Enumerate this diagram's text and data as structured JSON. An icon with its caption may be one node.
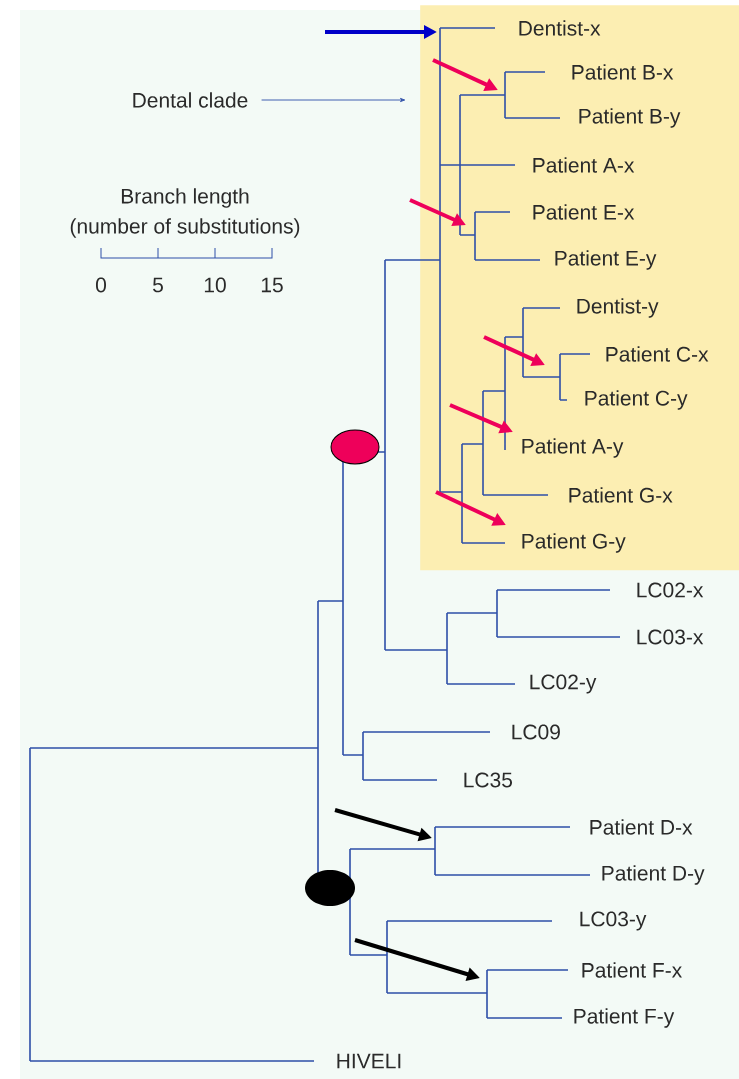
{
  "diagram": {
    "nodes": [
      {
        "text": [
          "Dental clade"
        ]
      },
      {
        "text": [],
        "shape": "box"
      }
    ],
    "edges": [
      {
        "from": 0,
        "to": 1,
        "arrow": "to"
      }
    ],
    "labels": [
      "Branch length",
      "(number of substitutions)",
      "0",
      "5",
      "10",
      "15",
      "Dentist-x",
      "Patient B-x",
      "Patient B-y",
      "Patient A-x",
      "Patient E-x",
      "Patient E-y",
      "Dentist-y",
      "Patient C-x",
      "Patient C-y",
      "Patient A-y",
      "Patient G-x",
      "Patient G-y",
      "LC02-x",
      "LC03-x",
      "LC02-y",
      "LC09",
      "LC35",
      "Patient D-x",
      "Patient D-y",
      "LC03-y",
      "Patient F-x",
      "Patient F-y",
      "HIVELI"
    ]
  }
}
